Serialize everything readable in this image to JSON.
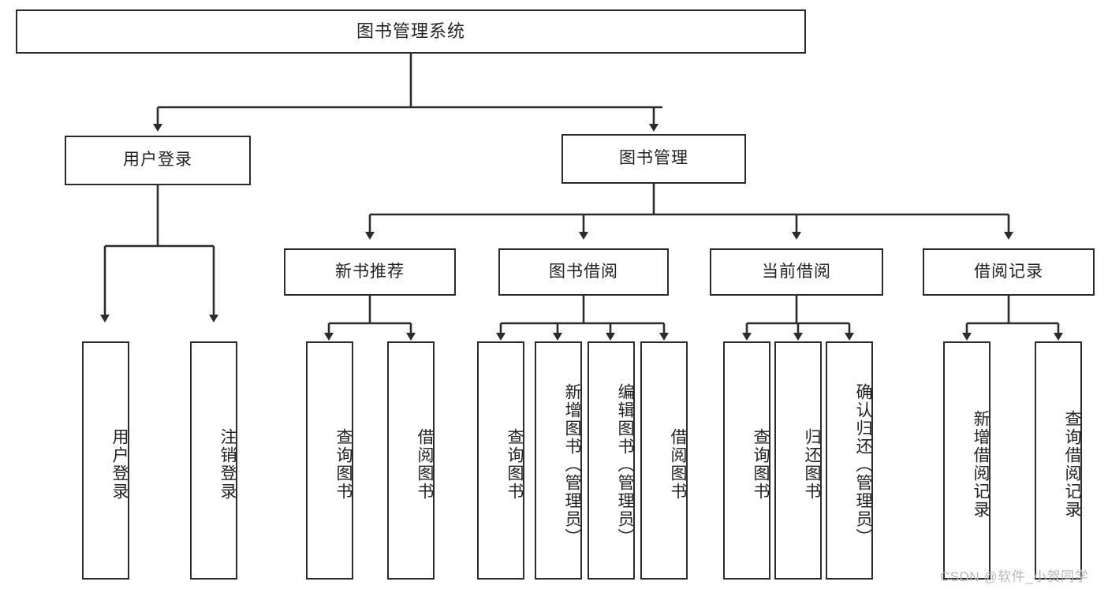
{
  "diagram": {
    "title": "图书管理系统",
    "type": "tree",
    "root": {
      "label": "图书管理系统"
    },
    "level2": [
      {
        "id": "user-login",
        "label": "用户登录"
      },
      {
        "id": "book-management",
        "label": "图书管理"
      }
    ],
    "level3": [
      {
        "id": "new-book-recommend",
        "label": "新书推荐",
        "parent": "book-management"
      },
      {
        "id": "book-borrow",
        "label": "图书借阅",
        "parent": "book-management"
      },
      {
        "id": "current-borrow",
        "label": "当前借阅",
        "parent": "book-management"
      },
      {
        "id": "borrow-record",
        "label": "借阅记录",
        "parent": "book-management"
      }
    ],
    "leaves": [
      {
        "id": "leaf-user-login",
        "label": "用户登录",
        "parent": "user-login"
      },
      {
        "id": "leaf-logout-login",
        "label": "注销登录",
        "parent": "user-login"
      },
      {
        "id": "leaf-query-book-1",
        "label": "查询图书",
        "parent": "new-book-recommend"
      },
      {
        "id": "leaf-borrow-book-1",
        "label": "借阅图书",
        "parent": "new-book-recommend"
      },
      {
        "id": "leaf-query-book-2",
        "label": "查询图书",
        "parent": "book-borrow"
      },
      {
        "id": "leaf-add-book",
        "label": "新增图书（管理员）",
        "parent": "book-borrow"
      },
      {
        "id": "leaf-edit-book",
        "label": "编辑图书（管理员）",
        "parent": "book-borrow"
      },
      {
        "id": "leaf-borrow-book-2",
        "label": "借阅图书",
        "parent": "book-borrow"
      },
      {
        "id": "leaf-query-book-3",
        "label": "查询图书",
        "parent": "current-borrow"
      },
      {
        "id": "leaf-return-book",
        "label": "归还图书",
        "parent": "current-borrow"
      },
      {
        "id": "leaf-confirm-return",
        "label": "确认归还（管理员）",
        "parent": "current-borrow"
      },
      {
        "id": "leaf-add-record",
        "label": "新增借阅记录",
        "parent": "borrow-record"
      },
      {
        "id": "leaf-query-record",
        "label": "查询借阅记录",
        "parent": "borrow-record"
      }
    ],
    "colors": {
      "box_border": "#2b2b2b",
      "box_fill": "#ffffff",
      "connector": "#2b2b2b",
      "text": "#222222",
      "watermark": "#b9b9b9",
      "background": "#ffffff"
    }
  },
  "watermark": {
    "text": "CSDN @软件_小贺同学"
  }
}
